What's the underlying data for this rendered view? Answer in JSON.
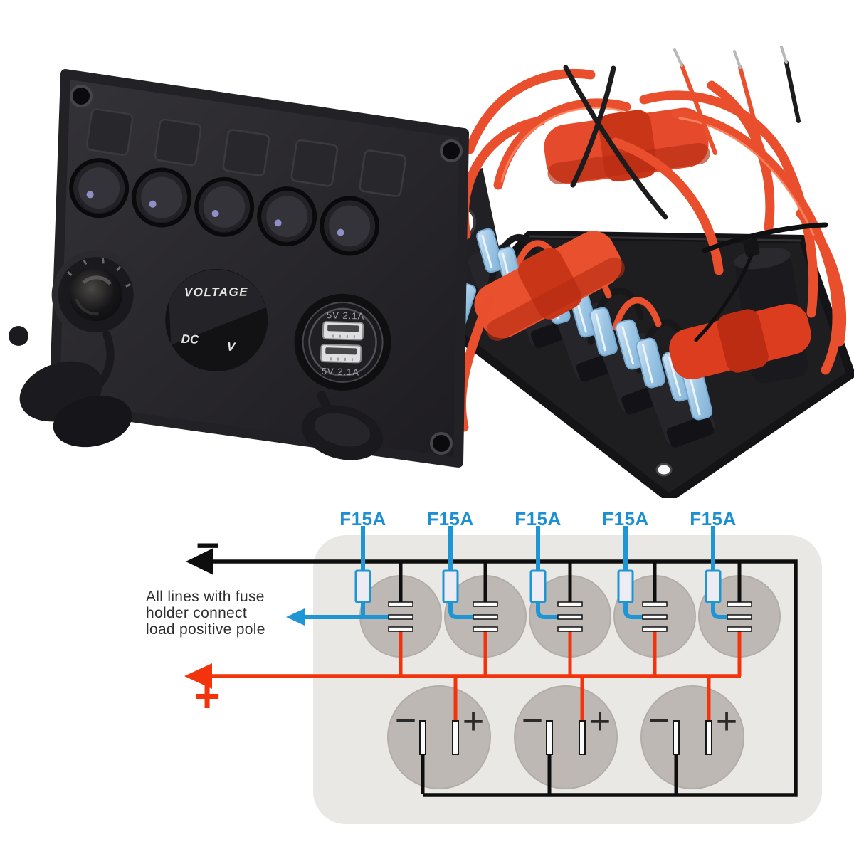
{
  "colors": {
    "accent_blue": "#1b90d2",
    "wire_red": "#f2330c",
    "line_black": "#0e0e0e",
    "diagram_bg": "#eae8e5",
    "device_gray": "#bdb8b4",
    "panel_black": "#232227"
  },
  "front_panel": {
    "voltmeter_title": "VOLTAGE",
    "voltmeter_left": "DC",
    "voltmeter_right": "V",
    "usb_top_label": "5V 2.1A",
    "usb_bottom_label": "5V 2.1A"
  },
  "diagram": {
    "fuse_labels": [
      "F15A",
      "F15A",
      "F15A",
      "F15A",
      "F15A"
    ],
    "negative_bus_symbol": "−",
    "positive_bus_symbol": "+",
    "note_lines": [
      "All lines with fuse",
      "holder connect",
      "load positive pole"
    ],
    "loads": [
      {
        "neg": "−",
        "pos": "+"
      },
      {
        "neg": "−",
        "pos": "+"
      },
      {
        "neg": "−",
        "pos": "+"
      }
    ]
  }
}
